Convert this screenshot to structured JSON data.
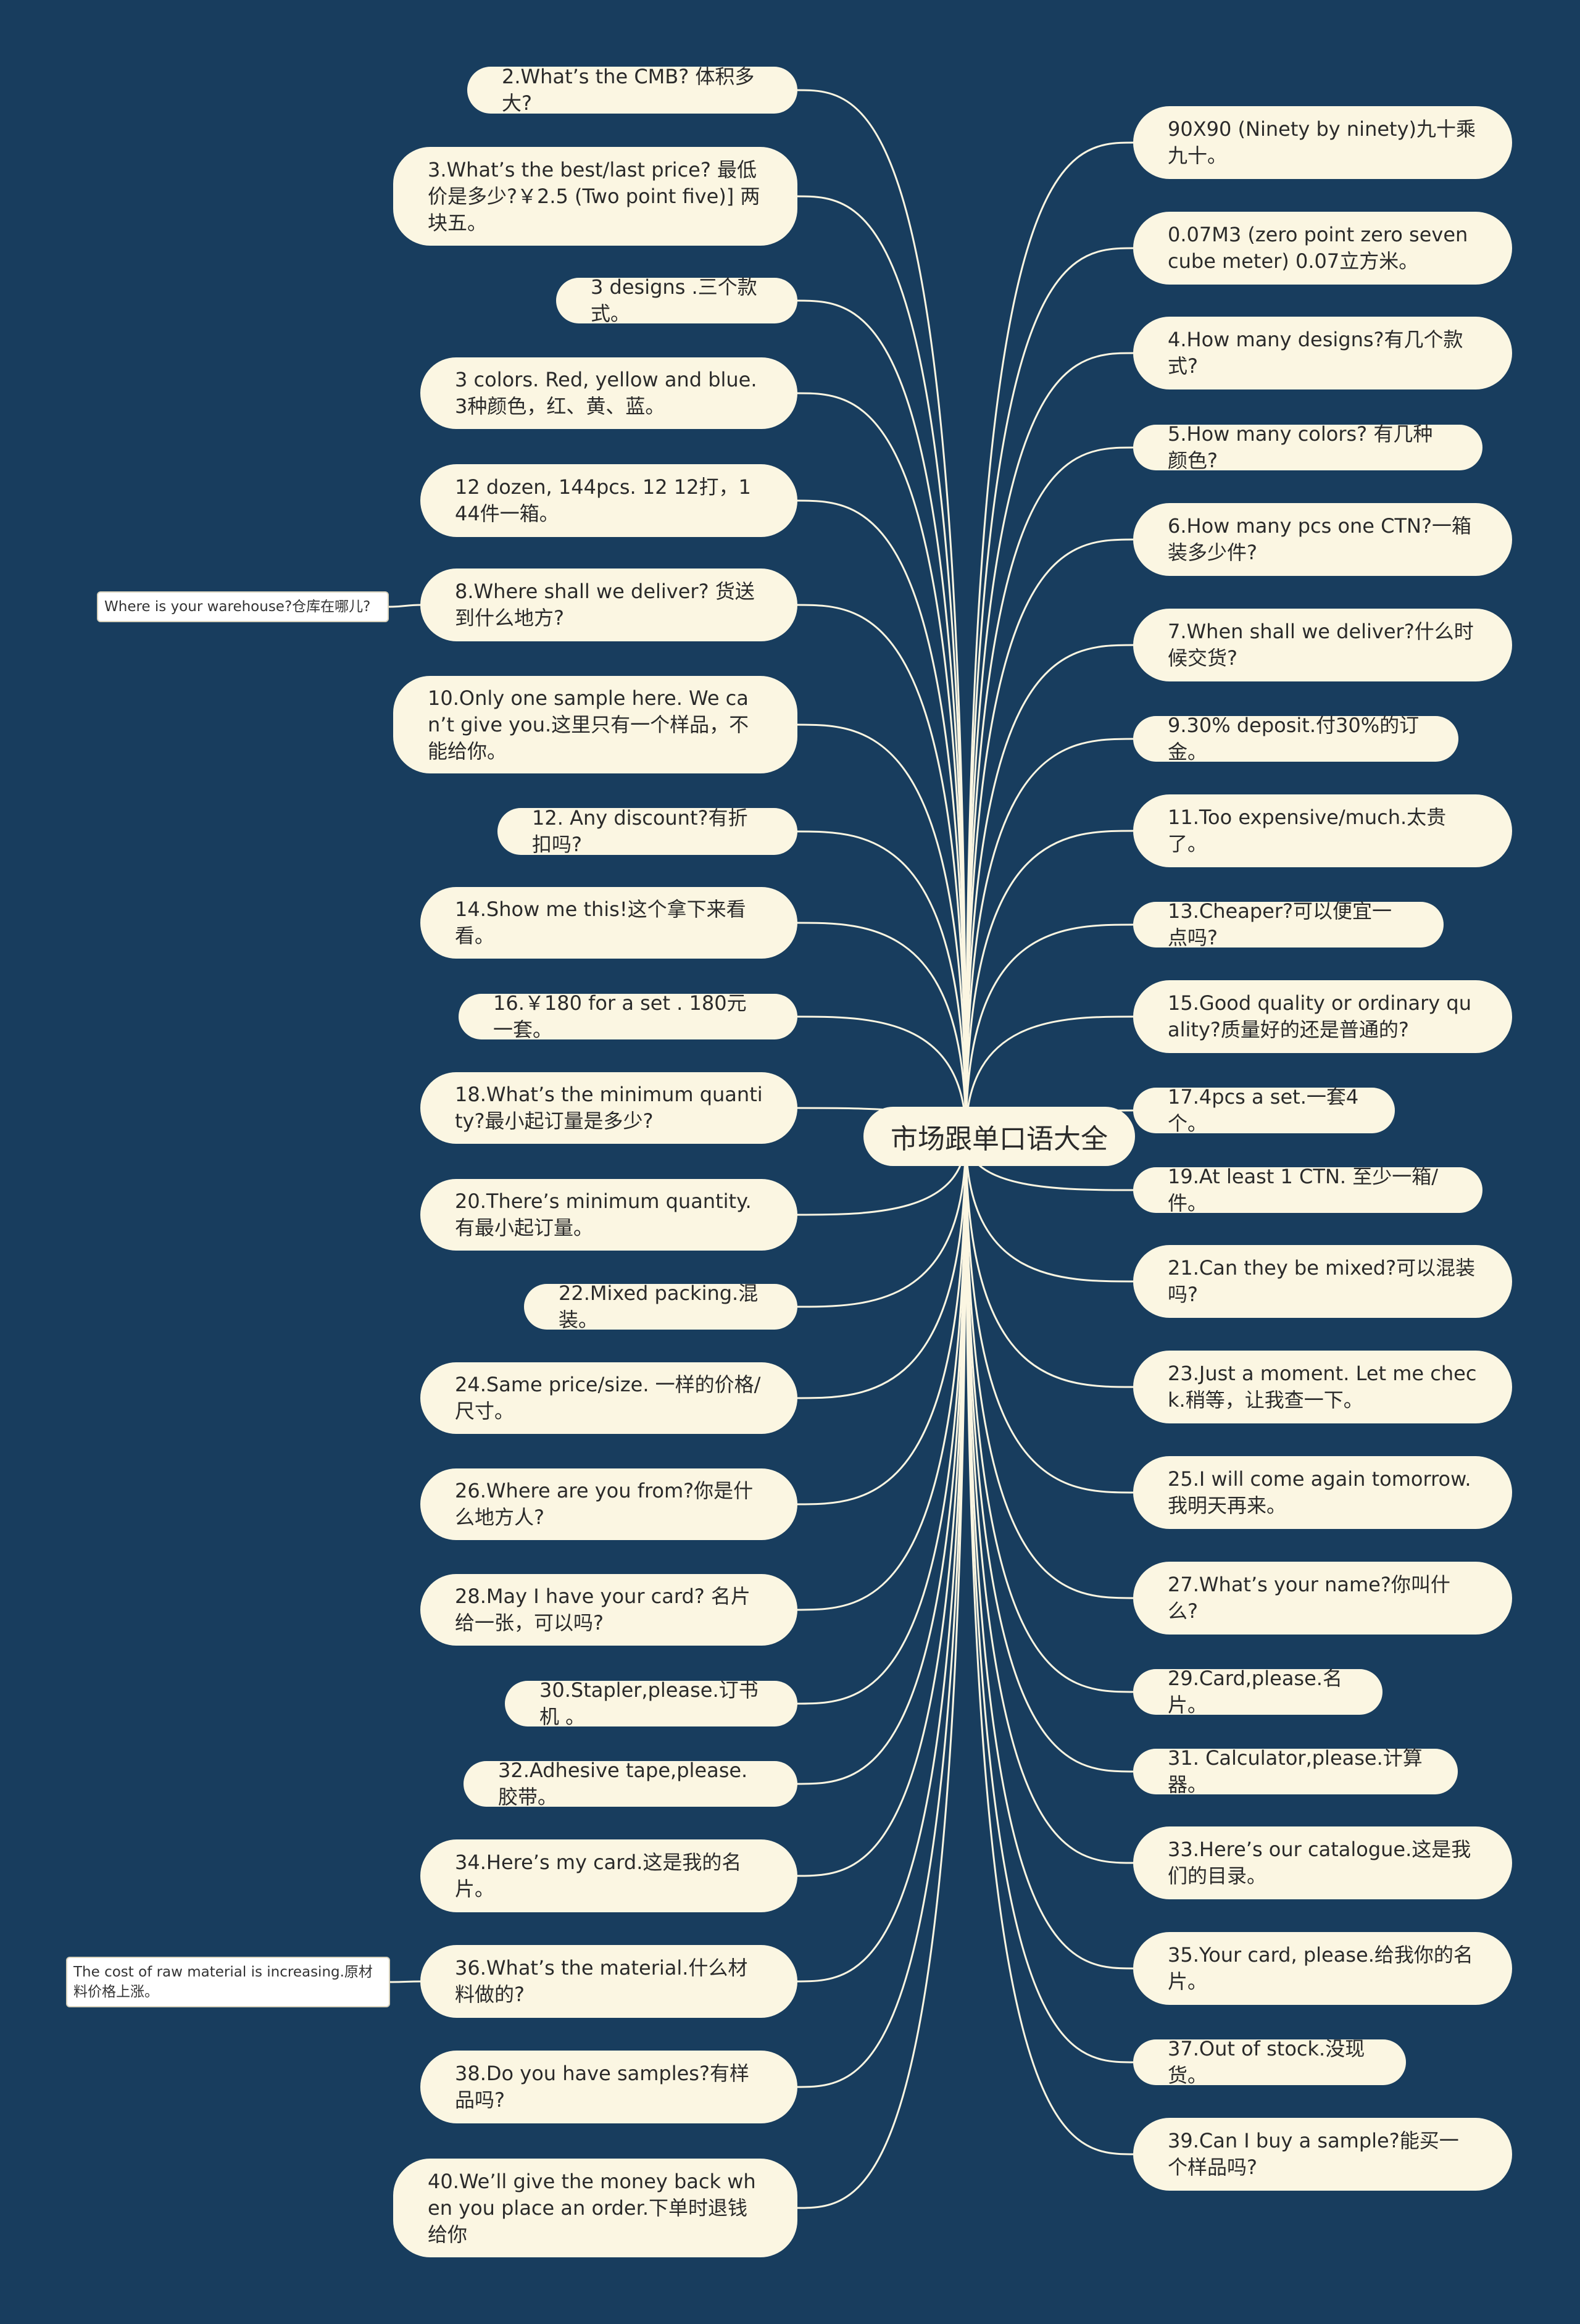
{
  "center": "市场跟单口语大全",
  "left": [
    "2.What’s the CMB? 体积多大?",
    "3.What’s the best/last price? 最低价是多少?￥2.5 (Two point five)] 两块五。",
    "3 designs .三个款式。",
    "3 colors. Red, yellow and blue. 3种颜色，红、黄、蓝。",
    "12 dozen, 144pcs. 12 12打，144件一箱。",
    "8.Where shall we deliver? 货送到什么地方?",
    "10.Only one sample here. We can’t give you.这里只有一个样品，不能给你。",
    "12. Any discount?有折扣吗?",
    "14.Show me this!这个拿下来看看。",
    "16.￥180 for a set . 180元一套。",
    "18.What’s the minimum quantity?最小起订量是多少?",
    "20.There’s minimum quantity.有最小起订量。",
    "22.Mixed packing.混装。",
    "24.Same price/size. 一样的价格/尺寸。",
    "26.Where are you from?你是什么地方人?",
    "28.May I have your card? 名片给一张，可以吗?",
    "30.Stapler,please.订书机 。",
    "32.Adhesive tape,please.胶带。",
    "34.Here’s my card.这是我的名片。",
    "36.What’s the material.什么材料做的?",
    "38.Do you have samples?有样品吗?",
    "40.We’ll give the money back when you place an order.下单时退钱给你"
  ],
  "right": [
    "90X90 (Ninety by ninety)九十乘九十。",
    "0.07M3 (zero point zero seven cube meter) 0.07立方米。",
    "4.How many designs?有几个款式?",
    "5.How many colors? 有几种颜色?",
    "6.How many pcs one CTN?一箱装多少件?",
    "7.When shall we deliver?什么时候交货?",
    "9.30% deposit.付30%的订金。",
    "11.Too expensive/much.太贵了。",
    "13.Cheaper?可以便宜一点吗?",
    "15.Good quality or ordinary quality?质量好的还是普通的?",
    "17.4pcs a set.一套4个。",
    "19.At least 1 CTN. 至少一箱/件。",
    "21.Can they be mixed?可以混装吗?",
    "23.Just a moment. Let me check.稍等，让我查一下。",
    "25.I will come again tomorrow.我明天再来。",
    "27.What’s your name?你叫什么?",
    "29.Card,please.名片。",
    "31. Calculator,please.计算器。",
    "33.Here’s our catalogue.这是我们的目录。",
    "35.Your card, please.给我你的名片。",
    "37.Out of stock.没现货。",
    "39.Can I buy a sample?能买一个样品吗?"
  ],
  "leaves": [
    "Where is your warehouse?仓库在哪儿?",
    "The cost of raw material is increasing.原材料价格上涨。"
  ],
  "colors": {
    "background": "#183d5e",
    "node": "#fbf6e2",
    "line": "#fbf6e2"
  }
}
